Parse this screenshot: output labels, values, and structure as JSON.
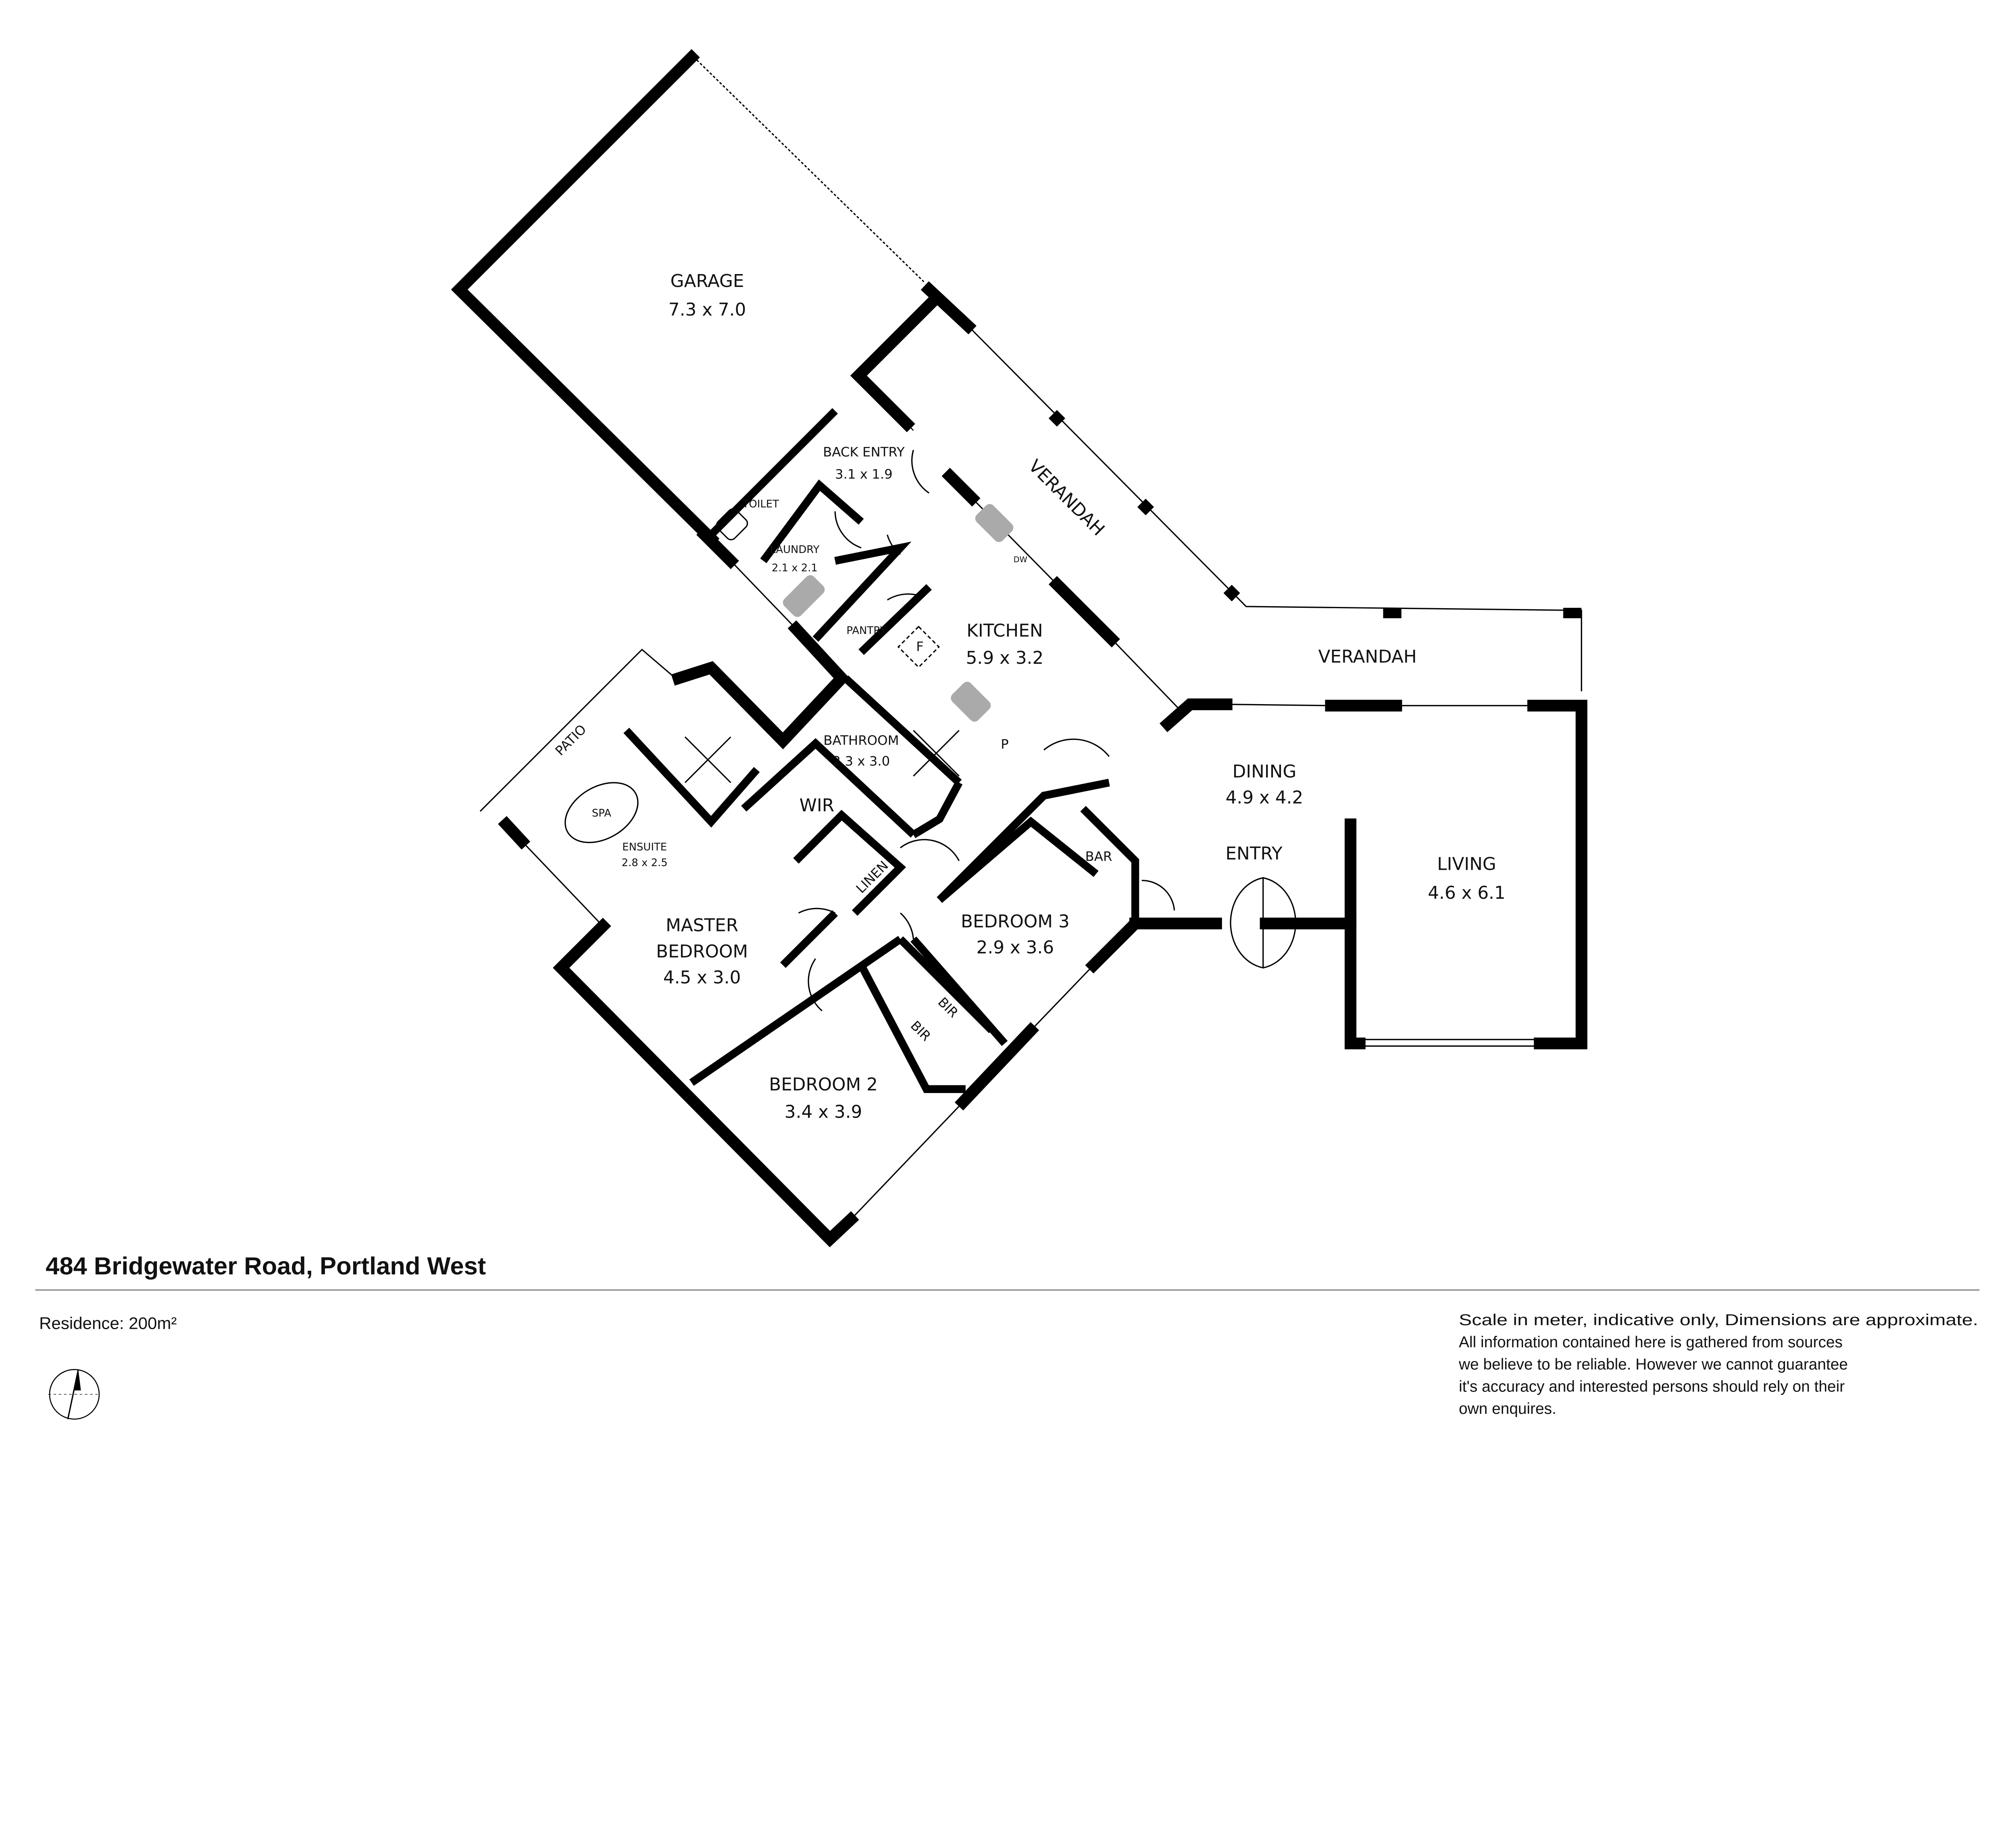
{
  "plan": {
    "rooms": {
      "garage": {
        "name": "GARAGE",
        "size": "7.3 x 7.0"
      },
      "back_entry": {
        "name": "BACK ENTRY",
        "size": "3.1 x 1.9"
      },
      "toilet": {
        "name": "TOILET"
      },
      "laundry": {
        "name": "LAUNDRY",
        "size": "2.1 x 2.1"
      },
      "pantry": {
        "name": "PANTRY"
      },
      "kitchen": {
        "name": "KITCHEN",
        "size": "5.9 x 3.2"
      },
      "verandah_1": {
        "name": "VERANDAH"
      },
      "verandah_2": {
        "name": "VERANDAH"
      },
      "dining": {
        "name": "DINING",
        "size": "4.9 x 4.2"
      },
      "entry": {
        "name": "ENTRY"
      },
      "living": {
        "name": "LIVING",
        "size": "4.6 x 6.1"
      },
      "bar": {
        "name": "BAR"
      },
      "bathroom": {
        "name": "BATHROOM",
        "size": "2.3 x 3.0"
      },
      "wir": {
        "name": "WIR"
      },
      "linen": {
        "name": "LINEN"
      },
      "patio": {
        "name": "PATIO"
      },
      "spa": {
        "name": "SPA"
      },
      "ensuite": {
        "name": "ENSUITE",
        "size": "2.8 x 2.5"
      },
      "master_bedroom": {
        "name_line1": "MASTER",
        "name_line2": "BEDROOM",
        "size": "4.5 x 3.0"
      },
      "bedroom_3": {
        "name": "BEDROOM 3",
        "size": "2.9 x 3.6"
      },
      "bedroom_2": {
        "name": "BEDROOM 2",
        "size": "3.4 x 3.9"
      },
      "bir_1": {
        "name": "BIR"
      },
      "bir_2": {
        "name": "BIR"
      }
    },
    "fixtures": {
      "fridge": "F",
      "pantry_cupboard": "P",
      "dishwasher": "DW"
    }
  },
  "footer": {
    "address": "484 Bridgewater Road, Portland West",
    "residence": "Residence: 200m²",
    "disclaimer": [
      "Scale in meter, indicative only, Dimensions are approximate.",
      "All information contained here is gathered from sources",
      "we believe to be reliable. However we cannot guarantee",
      "it's accuracy and interested persons should rely on their",
      "own enquires."
    ],
    "compass_icon": "north-arrow-icon"
  }
}
